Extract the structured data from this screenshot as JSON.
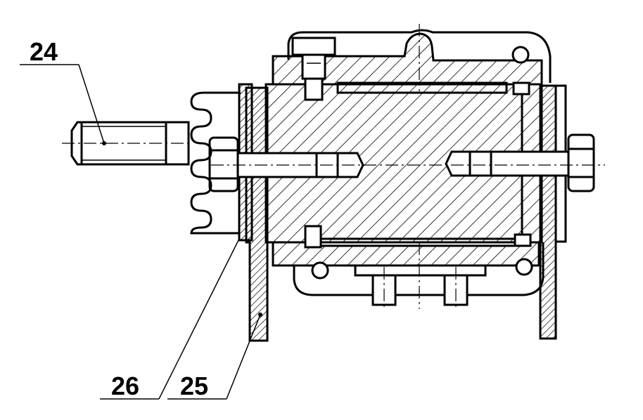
{
  "callouts": [
    {
      "id": "24",
      "label": "24"
    },
    {
      "id": "26",
      "label": "26"
    },
    {
      "id": "25",
      "label": "25"
    }
  ],
  "colors": {
    "ink": "#000000",
    "paper": "#ffffff"
  }
}
